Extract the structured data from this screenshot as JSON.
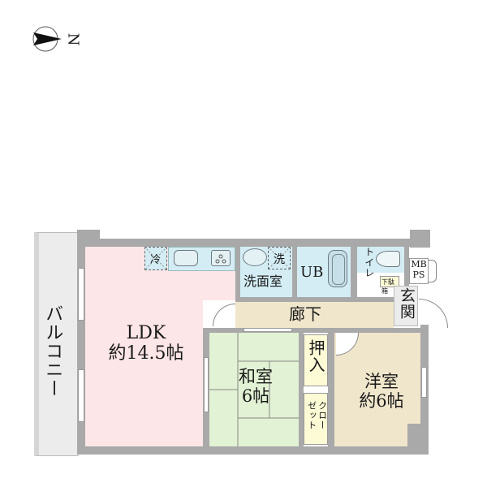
{
  "compass": {
    "direction_label": "N",
    "icon": "north-arrow-icon"
  },
  "floorplan": {
    "colors": {
      "wall": "#a9a9a9",
      "ldk": "#fde6e8",
      "wet_area": "#d4edf5",
      "hallway": "#f0e6cc",
      "washitsu": "#e2f2d4",
      "yoshitsu": "#f0e6cc",
      "storage": "#fdfbd6",
      "balcony": "#ececec",
      "genkan": "#ececec"
    },
    "rooms": {
      "balcony": {
        "label": "バルコニー"
      },
      "ldk": {
        "name": "LDK",
        "size": "約14.5帖"
      },
      "washroom": {
        "label": "洗面室"
      },
      "unit_bath": {
        "label": "UB"
      },
      "toilet": {
        "label": "トイレ"
      },
      "mb_ps": {
        "line1": "MB",
        "line2": "PS"
      },
      "shoe_box": {
        "label": "下駄箱"
      },
      "genkan": {
        "label": "玄関"
      },
      "hallway": {
        "label": "廊下"
      },
      "washitsu": {
        "name": "和室",
        "size": "6帖"
      },
      "oshiire": {
        "label": "押入"
      },
      "closet": {
        "label": "クローゼット",
        "col1": "クロー",
        "col2": "ゼット"
      },
      "yoshitsu": {
        "name": "洋室",
        "size": "約6帖"
      }
    },
    "fixtures": {
      "fridge": {
        "label": "冷"
      },
      "washer": {
        "label": "洗"
      },
      "sink": "kitchen-sink",
      "stove": "gas-stove",
      "basin": "wash-basin",
      "bathtub": "bathtub",
      "toilet_bowl": "toilet-bowl"
    }
  }
}
